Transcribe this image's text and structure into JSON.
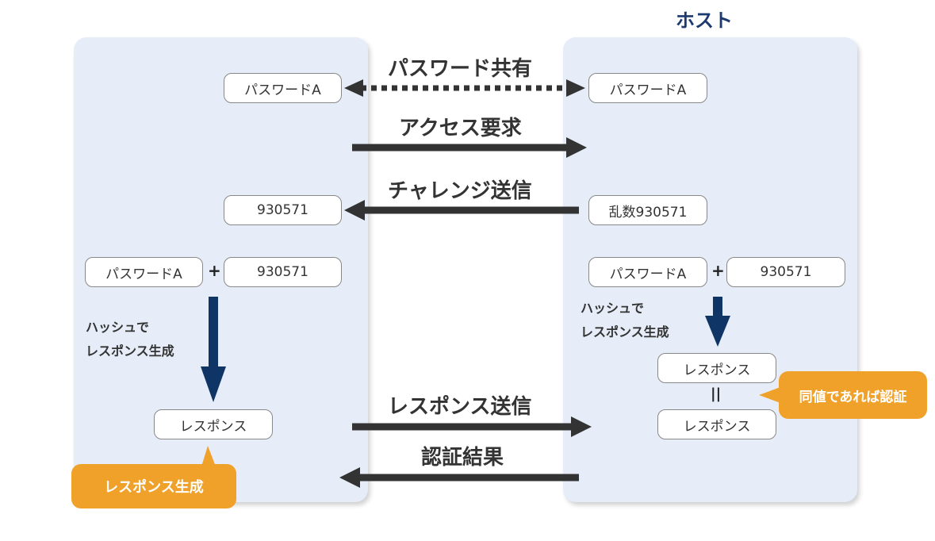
{
  "host_title": "ホスト",
  "flows": {
    "password_share": "パスワード共有",
    "access_request": "アクセス要求",
    "challenge_send": "チャレンジ送信",
    "response_send": "レスポンス送信",
    "auth_result": "認証結果"
  },
  "client": {
    "password": "パスワードA",
    "challenge": "930571",
    "combine_password": "パスワードA",
    "combine_challenge": "930571",
    "plus": "+",
    "hash_note_line1": "ハッシュで",
    "hash_note_line2": "レスポンス生成",
    "response": "レスポンス",
    "callout": "レスポンス生成"
  },
  "host": {
    "password": "パスワードA",
    "random": "乱数930571",
    "combine_password": "パスワードA",
    "combine_challenge": "930571",
    "plus": "+",
    "hash_note_line1": "ハッシュで",
    "hash_note_line2": "レスポンス生成",
    "response_computed": "レスポンス",
    "equals": "||",
    "response_received": "レスポンス",
    "callout": "同値であれば認証"
  },
  "colors": {
    "panel": "#e6edf8",
    "flow_arrow": "#333333",
    "hash_arrow": "#0f3466",
    "callout": "#f0a12a",
    "title": "#1d3a6e"
  }
}
